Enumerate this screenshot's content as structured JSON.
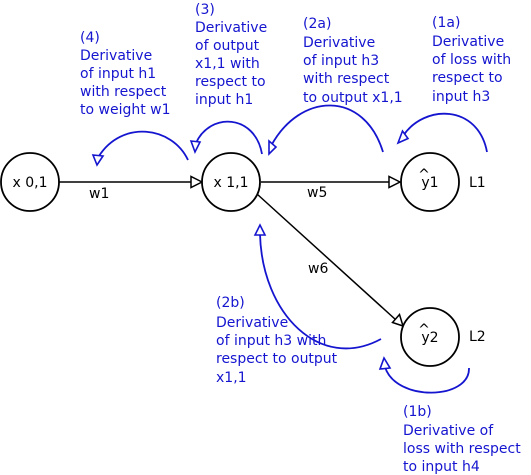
{
  "colors": {
    "accent": "#1515d0",
    "ink": "#000000",
    "background": "#ffffff"
  },
  "nodes": {
    "x01": "x 0,1",
    "x11": "x 1,1",
    "y1": "y1",
    "y2": "y2",
    "y_hat": "^"
  },
  "loss_labels": {
    "l1": "L1",
    "l2": "L2"
  },
  "weights": {
    "w1": "w1",
    "w5": "w5",
    "w6": "w6"
  },
  "annotations": {
    "a4": [
      "(4)",
      "Derivative",
      "of input h1",
      "with respect",
      "to weight w1"
    ],
    "a3": [
      "(3)",
      "Derivative",
      "of output",
      "x1,1 with",
      "respect to",
      "input h1"
    ],
    "a2a": [
      "(2a)",
      "Derivative",
      "of input h3",
      "with respect",
      "to output x1,1"
    ],
    "a1a": [
      "(1a)",
      "Derivative",
      "of loss with",
      "respect to",
      "input h3"
    ],
    "a2b": [
      "(2b)",
      "Derivative",
      "of input h3 with",
      "respect to output",
      "x1,1"
    ],
    "a1b": [
      "(1b)",
      "Derivative of",
      "loss with respect",
      "to input h4"
    ]
  }
}
